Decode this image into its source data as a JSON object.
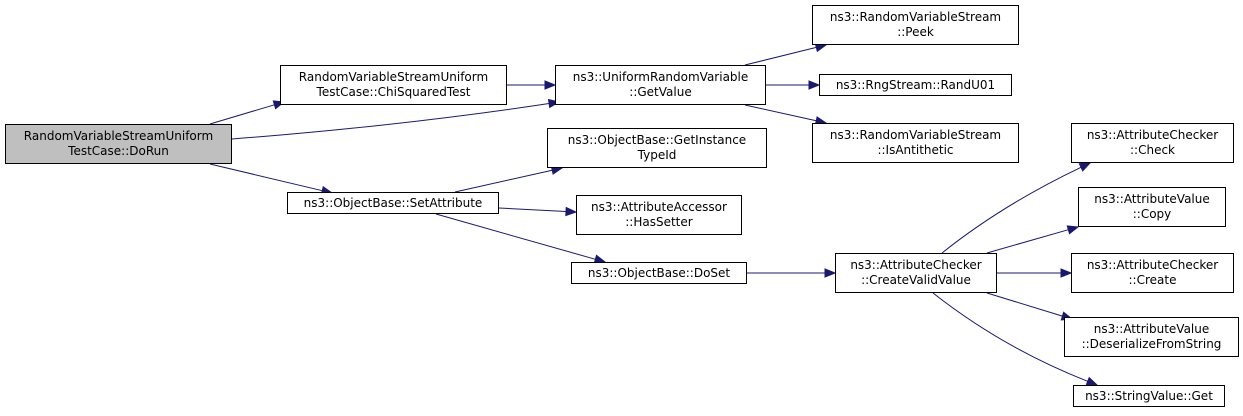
{
  "nodes": {
    "dorun": [
      "RandomVariableStreamUniform",
      "TestCase::DoRun"
    ],
    "chisq": [
      "RandomVariableStreamUniform",
      "TestCase::ChiSquaredTest"
    ],
    "setattr": [
      "ns3::ObjectBase::SetAttribute"
    ],
    "urv_getvalue": [
      "ns3::UniformRandomVariable",
      "::GetValue"
    ],
    "gettypeid": [
      "ns3::ObjectBase::GetInstance",
      "TypeId"
    ],
    "hassetter": [
      "ns3::AttributeAccessor",
      "::HasSetter"
    ],
    "doset": [
      "ns3::ObjectBase::DoSet"
    ],
    "peek": [
      "ns3::RandomVariableStream",
      "::Peek"
    ],
    "randu01": [
      "ns3::RngStream::RandU01"
    ],
    "isanti": [
      "ns3::RandomVariableStream",
      "::IsAntithetic"
    ],
    "createvalid": [
      "ns3::AttributeChecker",
      "::CreateValidValue"
    ],
    "check": [
      "ns3::AttributeChecker",
      "::Check"
    ],
    "copy": [
      "ns3::AttributeValue",
      "::Copy"
    ],
    "create": [
      "ns3::AttributeChecker",
      "::Create"
    ],
    "deser": [
      "ns3::AttributeValue",
      "::DeserializeFromString"
    ],
    "strget": [
      "ns3::StringValue::Get"
    ]
  },
  "edges": [
    [
      "dorun",
      "chisq"
    ],
    [
      "dorun",
      "urv_getvalue"
    ],
    [
      "dorun",
      "setattr"
    ],
    [
      "chisq",
      "urv_getvalue"
    ],
    [
      "urv_getvalue",
      "peek"
    ],
    [
      "urv_getvalue",
      "randu01"
    ],
    [
      "urv_getvalue",
      "isanti"
    ],
    [
      "setattr",
      "gettypeid"
    ],
    [
      "setattr",
      "hassetter"
    ],
    [
      "setattr",
      "doset"
    ],
    [
      "doset",
      "createvalid"
    ],
    [
      "createvalid",
      "check"
    ],
    [
      "createvalid",
      "copy"
    ],
    [
      "createvalid",
      "create"
    ],
    [
      "createvalid",
      "deser"
    ],
    [
      "createvalid",
      "strget"
    ]
  ],
  "colors": {
    "edge": "#191970",
    "root_fill": "#bfbfbf",
    "node_fill": "#ffffff",
    "border": "#000000"
  }
}
